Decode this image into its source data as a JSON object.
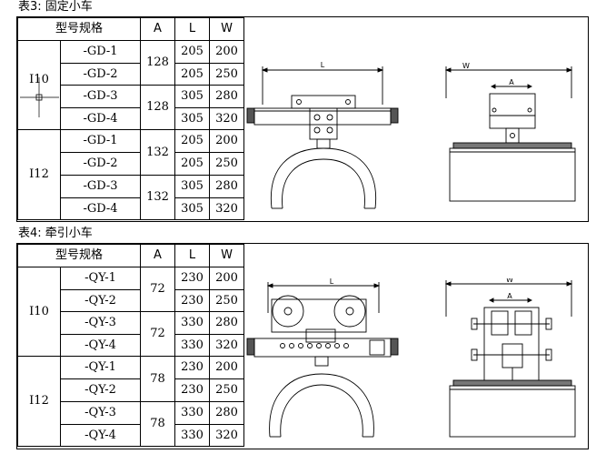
{
  "table3": {
    "caption": "表3: 固定小车",
    "header": {
      "model": "型号规格",
      "a": "A",
      "l": "L",
      "w": "W"
    },
    "groups": [
      {
        "series": "I10",
        "items": [
          {
            "model": "-GD-1",
            "l": "205",
            "w": "200"
          },
          {
            "model": "-GD-2",
            "l": "205",
            "w": "250"
          },
          {
            "model": "-GD-3",
            "l": "305",
            "w": "280"
          },
          {
            "model": "-GD-4",
            "l": "305",
            "w": "320"
          }
        ],
        "a": [
          "128",
          "128"
        ]
      },
      {
        "series": "I12",
        "items": [
          {
            "model": "-GD-1",
            "l": "205",
            "w": "200"
          },
          {
            "model": "-GD-2",
            "l": "205",
            "w": "250"
          },
          {
            "model": "-GD-3",
            "l": "305",
            "w": "280"
          },
          {
            "model": "-GD-4",
            "l": "305",
            "w": "320"
          }
        ],
        "a": [
          "132",
          "132"
        ]
      }
    ],
    "drawing_labels": {
      "side_l": "L",
      "front_w": "W",
      "front_a": "A"
    }
  },
  "table4": {
    "caption": "表4: 牵引小车",
    "header": {
      "model": "型号规格",
      "a": "A",
      "l": "L",
      "w": "W"
    },
    "groups": [
      {
        "series": "I10",
        "items": [
          {
            "model": "-QY-1",
            "l": "230",
            "w": "200"
          },
          {
            "model": "-QY-2",
            "l": "230",
            "w": "250"
          },
          {
            "model": "-QY-3",
            "l": "330",
            "w": "280"
          },
          {
            "model": "-QY-4",
            "l": "330",
            "w": "320"
          }
        ],
        "a": [
          "72",
          "72"
        ]
      },
      {
        "series": "I12",
        "items": [
          {
            "model": "-QY-1",
            "l": "230",
            "w": "200"
          },
          {
            "model": "-QY-2",
            "l": "230",
            "w": "250"
          },
          {
            "model": "-QY-3",
            "l": "330",
            "w": "280"
          },
          {
            "model": "-QY-4",
            "l": "330",
            "w": "320"
          }
        ],
        "a": [
          "78",
          "78"
        ]
      }
    ],
    "drawing_labels": {
      "side_l": "L",
      "front_w": "W",
      "front_a": "A"
    }
  }
}
